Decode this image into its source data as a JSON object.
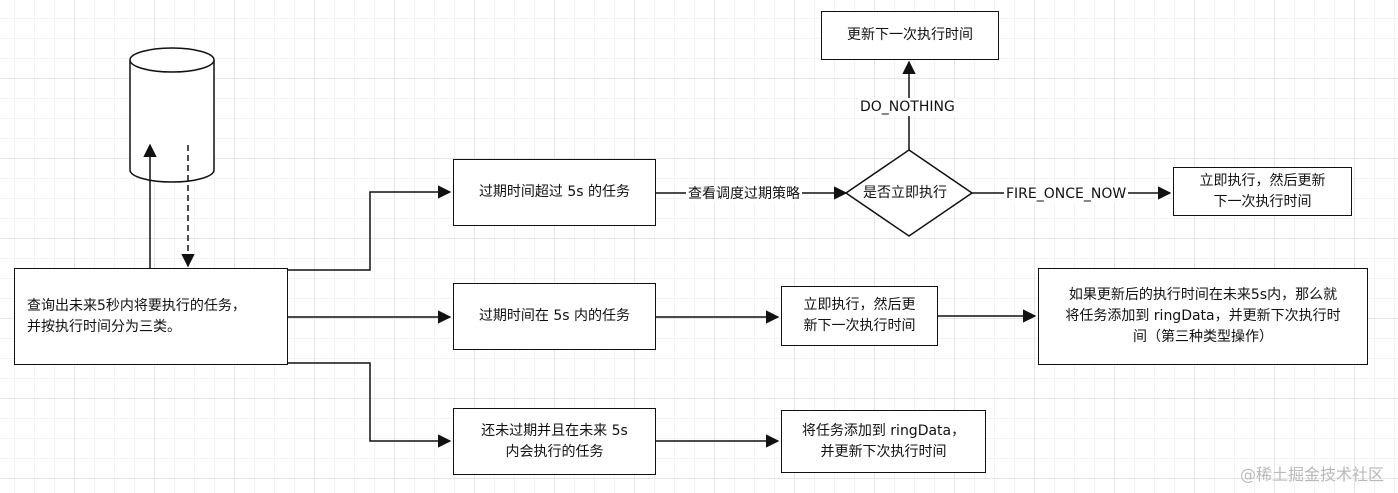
{
  "nodes": {
    "query": "查询出未来5秒内将要执行的任务，\n并按执行时间分为三类。",
    "expired_over_5s": "过期时间超过 5s 的任务",
    "expired_within_5s": "过期时间在 5s 内的任务",
    "not_expired": "还未过期并且在未来 5s\n内会执行的任务",
    "decision": "是否立即执行",
    "update_next_top": "更新下一次执行时间",
    "fire_now_update": "立即执行，然后更新\n下一次执行时间",
    "fire_now_update_mid": "立即执行，然后更\n新下一次执行时间",
    "if_within_5s": "如果更新后的执行时间在未来5s内，那么就\n将任务添加到 ringData，并更新下次执行时\n间（第三种类型操作）",
    "add_ringdata": "将任务添加到 ringData，\n并更新下次执行时间"
  },
  "edges": {
    "check_policy": "查看调度过期策略",
    "do_nothing": "DO_NOTHING",
    "fire_once_now": "FIRE_ONCE_NOW"
  },
  "watermark": "@稀土掘金技术社区",
  "colors": {
    "stroke": "#111111",
    "grid": "#e6e6e6"
  }
}
